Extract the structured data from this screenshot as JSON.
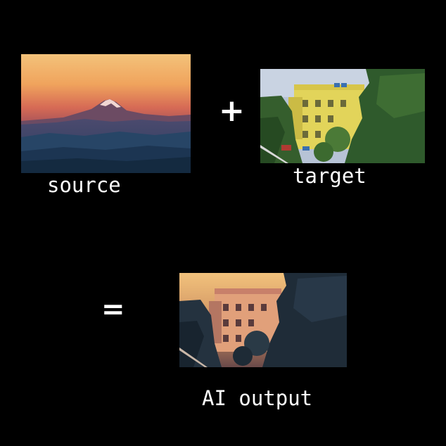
{
  "labels": {
    "source": "source",
    "target": "target",
    "output": "AI output"
  },
  "operators": {
    "plus": "+",
    "equals": "="
  },
  "images": {
    "source": "mountain-sunset-photo",
    "target": "yellow-building-among-trees-photo",
    "output": "yellow-building-recolored-sunset-photo"
  },
  "colors": {
    "background": "#000000",
    "text": "#ffffff"
  }
}
